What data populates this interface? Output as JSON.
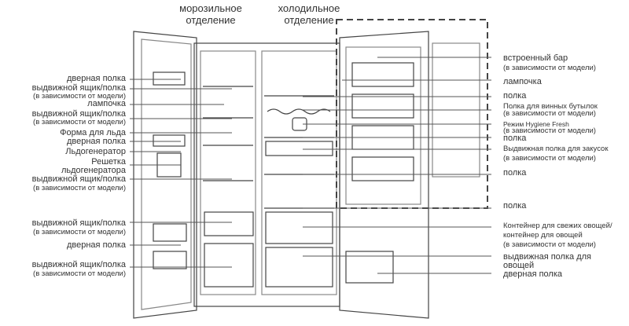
{
  "headers": {
    "freezer": [
      "морозильное",
      "отделение"
    ],
    "fridge": [
      "холодильное",
      "отделение"
    ]
  },
  "left_labels": [
    {
      "text": "дверная полка"
    },
    {
      "text": "выдвижной ящик/полка",
      "note": "(в зависимости от модели)"
    },
    {
      "text": "лампочка"
    },
    {
      "text": "выдвижной ящик/полка",
      "note": "(в зависимости от модели)"
    },
    {
      "text": "Форма для льда"
    },
    {
      "text": "дверная полка"
    },
    {
      "text": "Льдогенератор"
    },
    {
      "text": "Решетка",
      "note": "льдогенератора"
    },
    {
      "text": "выдвижной ящик/полка",
      "note": "(в зависимости от модели)"
    },
    {
      "text": "выдвижной ящик/полка",
      "note": "(в зависимости от модели)"
    },
    {
      "text": "дверная полка"
    },
    {
      "text": "выдвижной ящик/полка",
      "note": "(в зависимости от модели)"
    }
  ],
  "right_labels": [
    {
      "text": "встроенный бар",
      "note": "(в зависимости от модели)"
    },
    {
      "text": "лампочка"
    },
    {
      "text": "полка"
    },
    {
      "text": "Полка для винных бутылок",
      "note": "(в зависимости от модели)"
    },
    {
      "text": "Режим Hygiene Fresh",
      "note": "(в зависимости от модели)"
    },
    {
      "text": "полка"
    },
    {
      "text": "Выдвижная полка для закусок",
      "note": "(в зависимости от модели)"
    },
    {
      "text": "полка"
    },
    {
      "text": "полка"
    },
    {
      "text": "Контейнер для свежих овощей/",
      "note": "контейнер для овощей",
      "note2": "(в зависимости от модели)"
    },
    {
      "text": "выдвижная полка для",
      "note": "овощей"
    },
    {
      "text": "дверная полка"
    }
  ]
}
